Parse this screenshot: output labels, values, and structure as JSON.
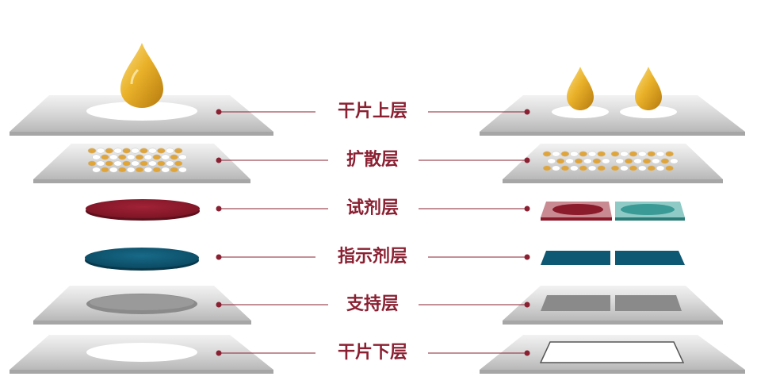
{
  "layers": [
    {
      "id": "top",
      "label": "干片上层"
    },
    {
      "id": "diffusion",
      "label": "扩散层"
    },
    {
      "id": "reagent",
      "label": "试剂层"
    },
    {
      "id": "indicator",
      "label": "指示剂层"
    },
    {
      "id": "support",
      "label": "支持层"
    },
    {
      "id": "bottom",
      "label": "干片下层"
    }
  ],
  "colors": {
    "label": "#8a2032",
    "connector": "#8a2032",
    "plate_face": "#d6d6d6",
    "plate_edge": "#a6a6a6",
    "reagent": "#8b1a2b",
    "reagent_teal": "#3a9a95",
    "indicator": "#0f5873",
    "support_window": "#8a8a8a",
    "drop": "#e6a71c",
    "dot_orange": "#e0a53a"
  },
  "icons": [
    "drop-icon"
  ]
}
